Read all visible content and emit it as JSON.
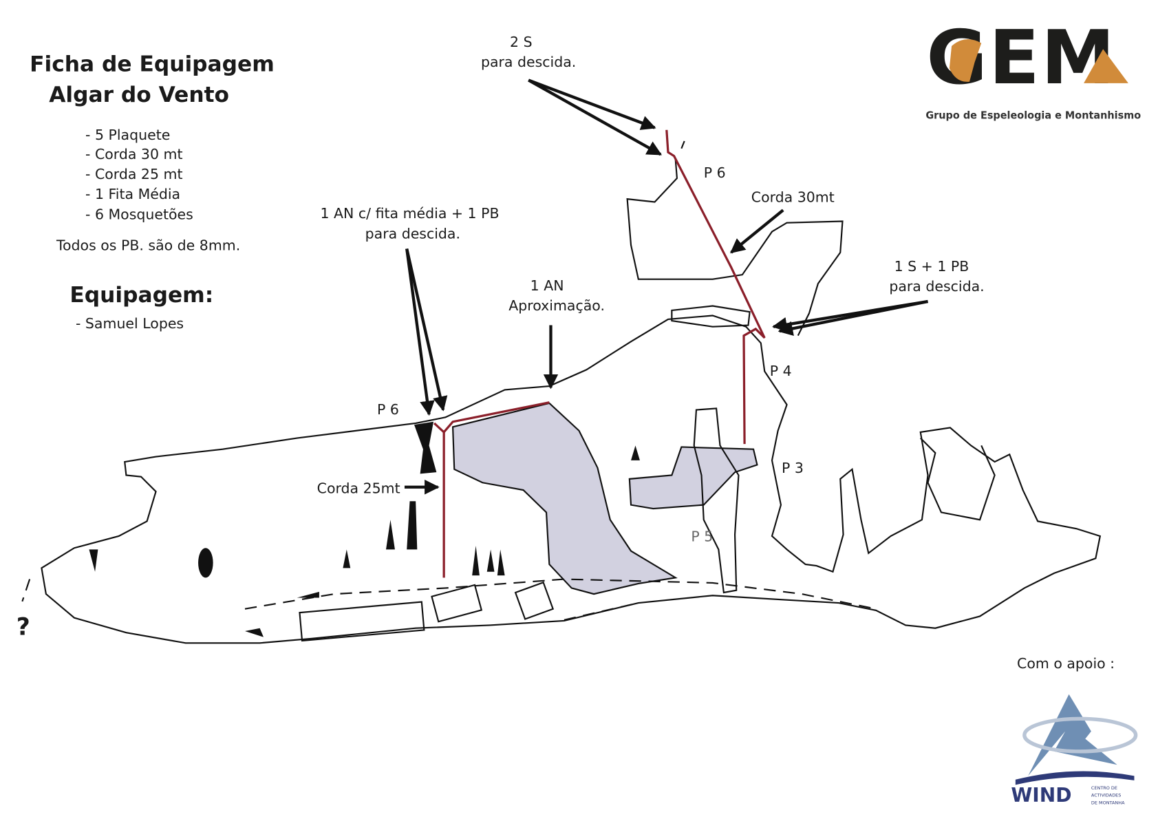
{
  "title": {
    "line1": "Ficha de Equipagem",
    "line2": "Algar do Vento"
  },
  "material": [
    "- 5 Plaquete",
    "- Corda 30 mt",
    "- Corda 25 mt",
    "- 1 Fita Média",
    "- 6 Mosquetões"
  ],
  "note": "Todos os PB. são de 8mm.",
  "team": {
    "heading": "Equipagem:",
    "members": [
      "- Samuel Lopes"
    ]
  },
  "annotations": {
    "top_anchor": [
      "2 S",
      "para descida."
    ],
    "p6_upper": "P 6",
    "corda30": "Corda 30mt",
    "s_pb": [
      "1 S + 1 PB",
      "para descida."
    ],
    "p4": "P 4",
    "p3": "P 3",
    "p5": "P 5",
    "an_fita": [
      "1 AN c/ fita média + 1 PB",
      "para descida."
    ],
    "an_aprox": [
      "1 AN",
      "Aproximação."
    ],
    "p6_lower": "P 6",
    "corda25": "Corda 25mt",
    "unknown": "?"
  },
  "logo": {
    "letters": "GEM",
    "subtitle": "Grupo de Espeleologia e Montanhismo",
    "colors": {
      "dark": "#1d1d1b",
      "accent": "#d18b3a"
    }
  },
  "sponsor": {
    "label": "Com o apoio :",
    "name": "WIND",
    "subtitle": [
      "CENTRO DE",
      "ACTIVIDADES",
      "DE MONTANHA"
    ],
    "colors": {
      "navy": "#2e3a78",
      "blue": "#6f8fb4"
    }
  },
  "colors": {
    "rope": "#8b1f2a",
    "lake": "#d2d1e0"
  }
}
